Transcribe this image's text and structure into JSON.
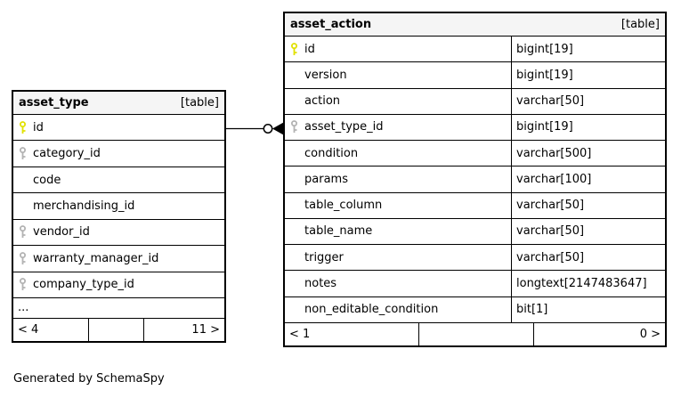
{
  "page": {
    "generated_by": "Generated by SchemaSpy"
  },
  "colors": {
    "table_border": "#000000",
    "header_bg": "#f5f5f5",
    "primary_key_icon": "#e1e100",
    "foreign_key_icon": "#b3b3b3"
  },
  "tables": [
    {
      "name": "asset_type",
      "tag": "[table]",
      "columns": [
        {
          "name": "id",
          "key": "primary"
        },
        {
          "name": "category_id",
          "key": "foreign"
        },
        {
          "name": "code",
          "key": "none"
        },
        {
          "name": "merchandising_id",
          "key": "none"
        },
        {
          "name": "vendor_id",
          "key": "foreign"
        },
        {
          "name": "warranty_manager_id",
          "key": "foreign"
        },
        {
          "name": "company_type_id",
          "key": "foreign"
        }
      ],
      "ellipsis": "...",
      "footer": {
        "left": "< 4",
        "right": "11 >"
      }
    },
    {
      "name": "asset_action",
      "tag": "[table]",
      "columns": [
        {
          "name": "id",
          "type": "bigint[19]",
          "key": "primary"
        },
        {
          "name": "version",
          "type": "bigint[19]",
          "key": "none"
        },
        {
          "name": "action",
          "type": "varchar[50]",
          "key": "none"
        },
        {
          "name": "asset_type_id",
          "type": "bigint[19]",
          "key": "foreign"
        },
        {
          "name": "condition",
          "type": "varchar[500]",
          "key": "none"
        },
        {
          "name": "params",
          "type": "varchar[100]",
          "key": "none"
        },
        {
          "name": "table_column",
          "type": "varchar[50]",
          "key": "none"
        },
        {
          "name": "table_name",
          "type": "varchar[50]",
          "key": "none"
        },
        {
          "name": "trigger",
          "type": "varchar[50]",
          "key": "none"
        },
        {
          "name": "notes",
          "type": "longtext[2147483647]",
          "key": "none"
        },
        {
          "name": "non_editable_condition",
          "type": "bit[1]",
          "key": "none"
        }
      ],
      "footer": {
        "left": "< 1",
        "right": "0 >"
      }
    }
  ],
  "relationship": {
    "from_table": "asset_type",
    "from_column": "id",
    "to_table": "asset_action",
    "to_column": "asset_type_id"
  }
}
